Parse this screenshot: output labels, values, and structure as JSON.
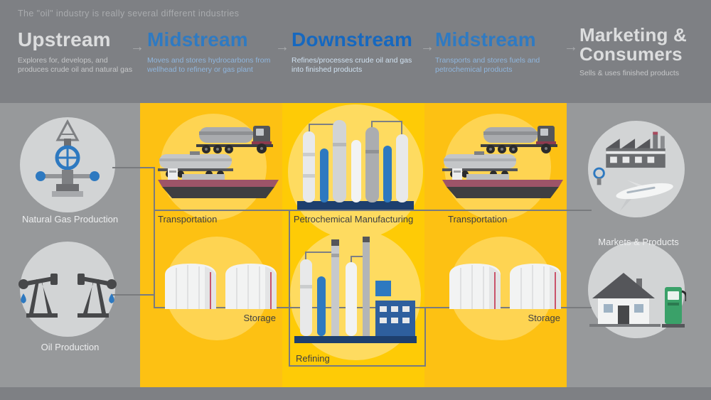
{
  "header": {
    "title": "The \"oil\" industry is really several different industries",
    "arrow": "→",
    "stages": [
      {
        "label": "Upstream",
        "desc": "Explores for, develops, and produces crude oil and natural gas"
      },
      {
        "label": "Midstream",
        "desc": "Moves and stores hydrocarbons from wellhead to refinery or gas plant"
      },
      {
        "label": "Downstream",
        "desc": "Refines/processes crude oil and gas into finished products"
      },
      {
        "label": "Midstream",
        "desc": "Transports and stores fuels and petrochemical products"
      },
      {
        "label": "Marketing & Consumers",
        "desc": "Sells & uses finished products"
      }
    ]
  },
  "sections": {
    "natural_gas_label": "Natural Gas Production",
    "oil_label": "Oil Production",
    "transportation1_label": "Transportation",
    "storage1_label": "Storage",
    "petrochemical_label": "Petrochemical Manufacturing",
    "refining_label": "Refining",
    "transportation2_label": "Transportation",
    "storage2_label": "Storage",
    "markets_label": "Markets & Products"
  },
  "colors": {
    "header_bg": "#7E8084",
    "side_gray_bg": "#97999B",
    "yellow_bg": "#FDC113",
    "center_yellow_bg": "#FECB06",
    "accent_blue": "#2E79C0",
    "downstream_blue": "#1668BF",
    "connector_gray": "#797B7E"
  },
  "icons": {
    "arrow": "→"
  }
}
